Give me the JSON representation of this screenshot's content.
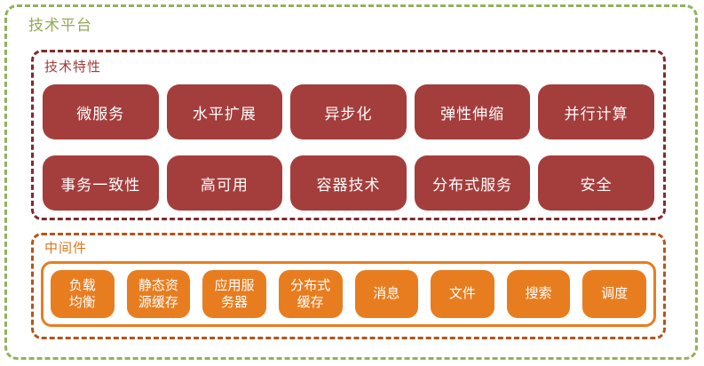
{
  "colors": {
    "bg": "#ffffff",
    "green-border": "#94B05A",
    "green-text": "#8FAC55",
    "red-border": "#7F2B2B",
    "red-text": "#A03C3C",
    "red-box": "#A43E3C",
    "orange-border": "#B4541B",
    "orange-text": "#DE771C",
    "orange-box": "#E87D20",
    "box-text": "#ffffff"
  },
  "platform": {
    "label": "技术平台"
  },
  "features": {
    "label": "技术特性",
    "rows": [
      [
        "微服务",
        "水平扩展",
        "异步化",
        "弹性伸缩",
        "并行计算"
      ],
      [
        "事务一致性",
        "高可用",
        "容器技术",
        "分布式服务",
        "安全"
      ]
    ]
  },
  "middleware": {
    "label": "中间件",
    "items": [
      "负载\n均衡",
      "静态资\n源缓存",
      "应用服\n务器",
      "分布式\n缓存",
      "消息",
      "文件",
      "搜索",
      "调度"
    ]
  }
}
